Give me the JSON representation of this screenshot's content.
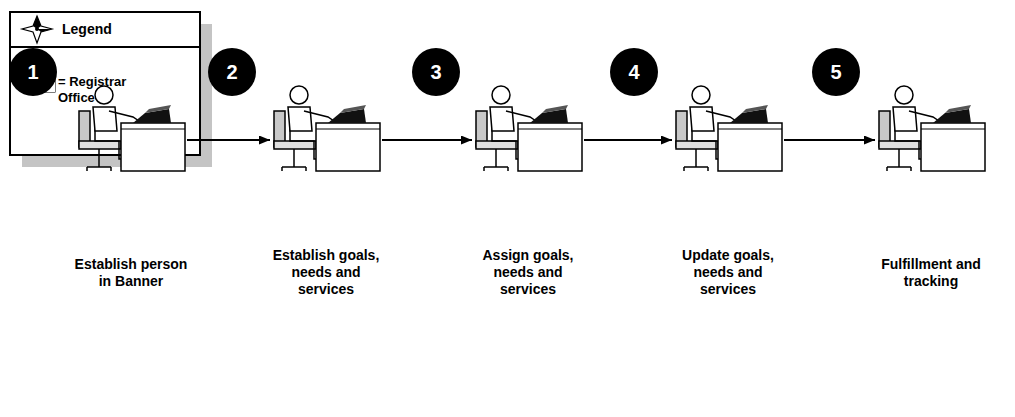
{
  "diagram": {
    "nodes": [
      {
        "text": [
          "Establish person in Banner"
        ]
      },
      {
        "text": [
          "Establish goals, needs and services"
        ]
      },
      {
        "text": [
          "Assign goals, needs and services"
        ]
      },
      {
        "text": [
          "Update goals, needs and services"
        ]
      },
      {
        "text": [
          "Fulfillment and tracking"
        ]
      }
    ],
    "edges": [
      {
        "from": 0,
        "to": 1,
        "arrow": "to"
      },
      {
        "from": 1,
        "to": 2,
        "arrow": "to"
      },
      {
        "from": 2,
        "to": 3,
        "arrow": "to"
      },
      {
        "from": 3,
        "to": 4,
        "arrow": "to"
      }
    ],
    "labels": [
      "Legend",
      "1",
      "2",
      "3",
      "4",
      "5"
    ],
    "legend": [
      {
        "text": "= Registrar Office"
      }
    ]
  }
}
